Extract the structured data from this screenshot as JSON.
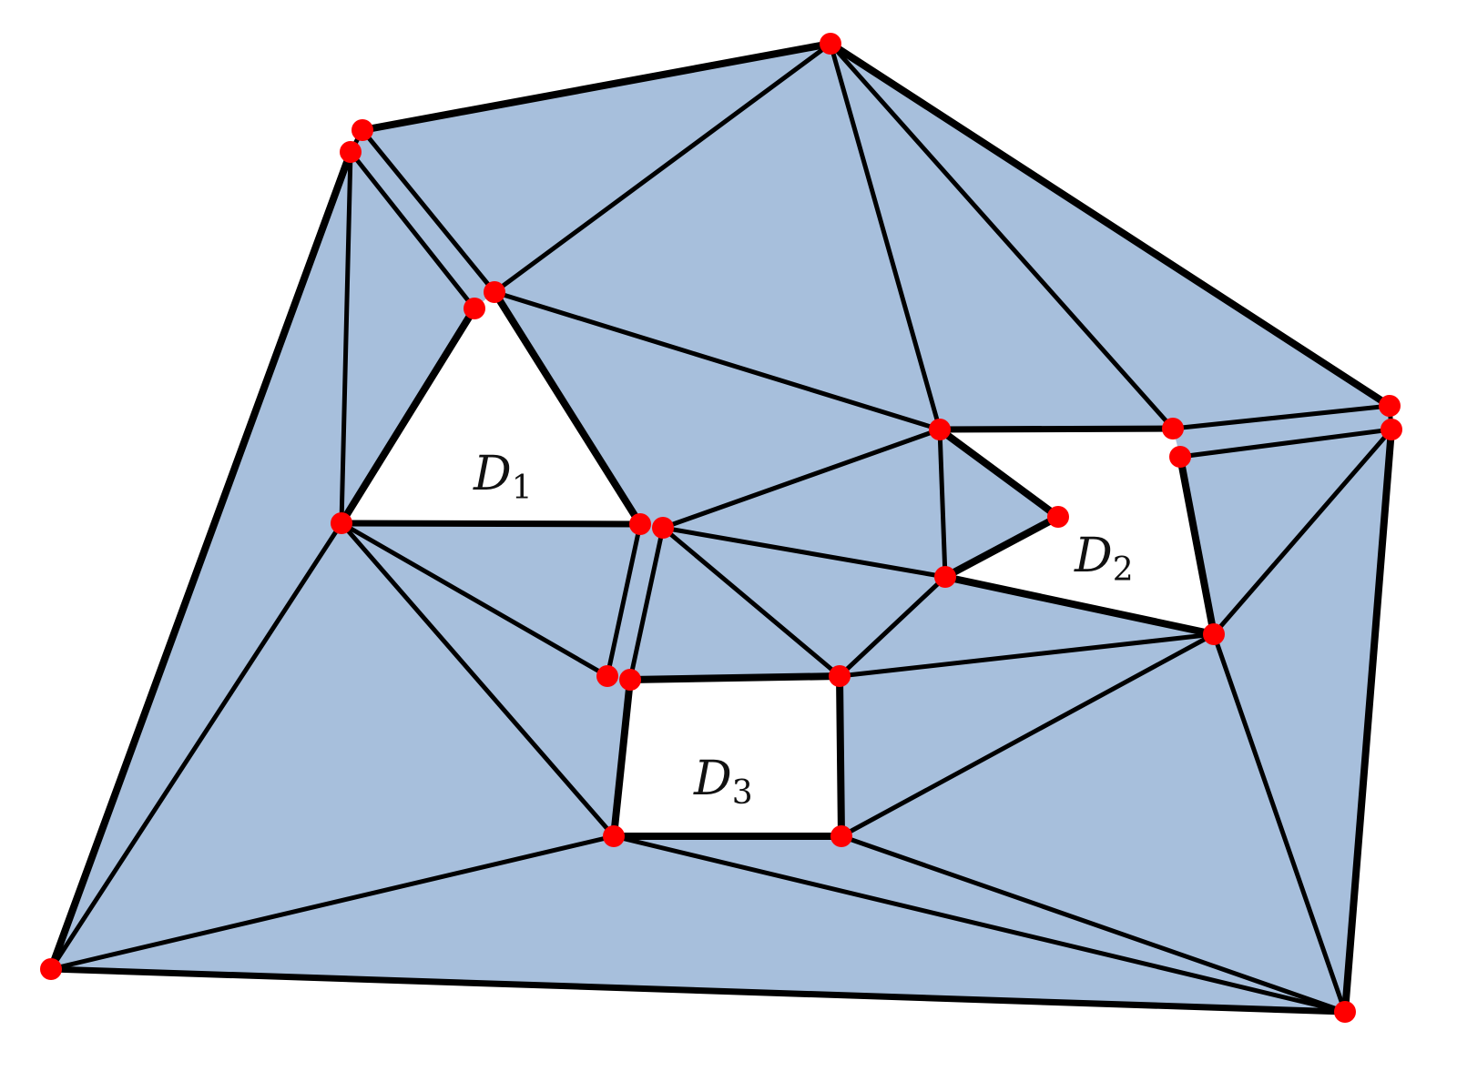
{
  "diagram": {
    "colors": {
      "fill": "#a7bfdc",
      "edge": "#000000",
      "vertex": "#ff0000",
      "hole": "#ffffff"
    },
    "holes": [
      {
        "id": "D1",
        "letter": "D",
        "sub": "1"
      },
      {
        "id": "D2",
        "letter": "D",
        "sub": "2"
      },
      {
        "id": "D3",
        "letter": "D",
        "sub": "3"
      }
    ]
  }
}
